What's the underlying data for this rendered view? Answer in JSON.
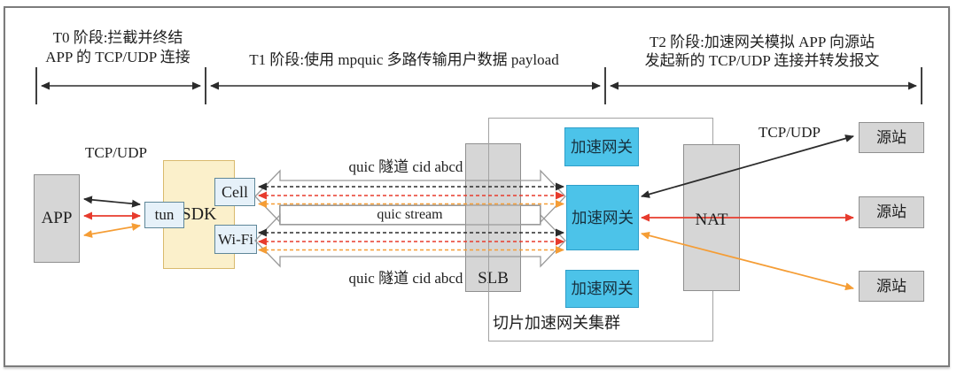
{
  "phases": {
    "t0": {
      "line1": "T0 阶段:拦截并终结",
      "line2": "APP 的 TCP/UDP 连接"
    },
    "t1": {
      "line1": "T1 阶段:使用 mpquic 多路传输用户数据 payload"
    },
    "t2": {
      "line1": "T2 阶段:加速网关模拟 APP 向源站",
      "line2": "发起新的 TCP/UDP 连接并转发报文"
    }
  },
  "left": {
    "tcp_udp": "TCP/UDP",
    "app": "APP",
    "tun": "tun",
    "sdk": "SDK",
    "cell": "Cell",
    "wifi": "Wi-Fi"
  },
  "tunnel": {
    "quic_tunnel_top": "quic 隧道 cid abcd",
    "quic_stream": "quic stream",
    "quic_tunnel_bottom": "quic 隧道 cid abcd"
  },
  "cluster": {
    "slb": "SLB",
    "label": "切片加速网关集群",
    "gateways": [
      "加速网关",
      "加速网关",
      "加速网关"
    ]
  },
  "right": {
    "nat": "NAT",
    "tcp_udp": "TCP/UDP",
    "origins": [
      "源站",
      "源站",
      "源站"
    ]
  },
  "colors": {
    "black_path": "#2b2b2b",
    "red_path": "#e73b2d",
    "orange_path": "#f59d35",
    "gateway_fill": "#4cc3e9",
    "gateway_border": "#2f9ec9",
    "sdk_fill": "#fbf0cb",
    "sdk_border": "#d9ba6e",
    "lightblue_fill": "#e6f1f9",
    "lightblue_border": "#5f8799",
    "gray_fill": "#d6d6d6",
    "gray_border": "#8f8f8f",
    "outline": "#9a9a9a"
  }
}
